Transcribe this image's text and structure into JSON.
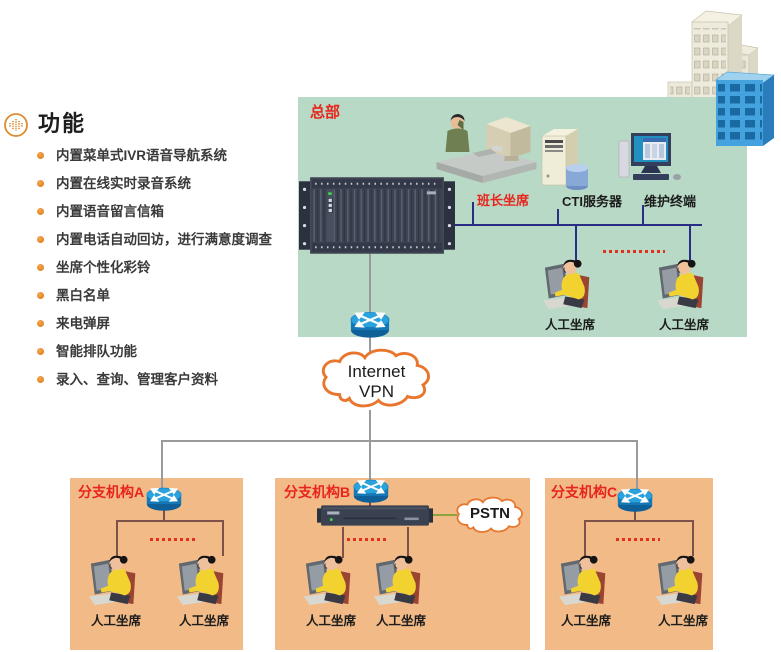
{
  "features": {
    "title": "功能",
    "items": [
      "内置菜单式IVR语音导航系统",
      "内置在线实时录音系统",
      "内置语音留言信箱",
      "内置电话自动回访，进行满意度调查",
      "坐席个性化彩铃",
      "黑白名单",
      "来电弹屏",
      "智能排队功能",
      "录入、查询、管理客户资料"
    ]
  },
  "hq": {
    "label": "总部",
    "supervisor_label": "班长坐席",
    "cti_label": "CTI服务器",
    "terminal_label": "维护终端",
    "agents": [
      "人工坐席",
      "人工坐席"
    ]
  },
  "cloud": {
    "line1": "Internet",
    "line2": "VPN"
  },
  "branches": [
    {
      "label": "分支机构A",
      "agents": [
        "人工坐席",
        "人工坐席"
      ]
    },
    {
      "label": "分支机构B",
      "pstn_label": "PSTN",
      "agents": [
        "人工坐席",
        "人工坐席"
      ]
    },
    {
      "label": "分支机构C",
      "agents": [
        "人工坐席",
        "人工坐席"
      ]
    }
  ],
  "colors": {
    "hq_bg": "#b7d9c5",
    "branch_bg": "#f1ba87",
    "label_red": "#e8251d",
    "line_navy": "#2a2d85",
    "line_gray": "#9a9a9a",
    "line_maroon": "#7d5148",
    "dotted_red": "#e0301e",
    "cloud_stroke": "#e8762e",
    "pstn_link_green": "#8aa43c",
    "router_blue": "#1577b4",
    "accent_orange": "#db7310"
  }
}
